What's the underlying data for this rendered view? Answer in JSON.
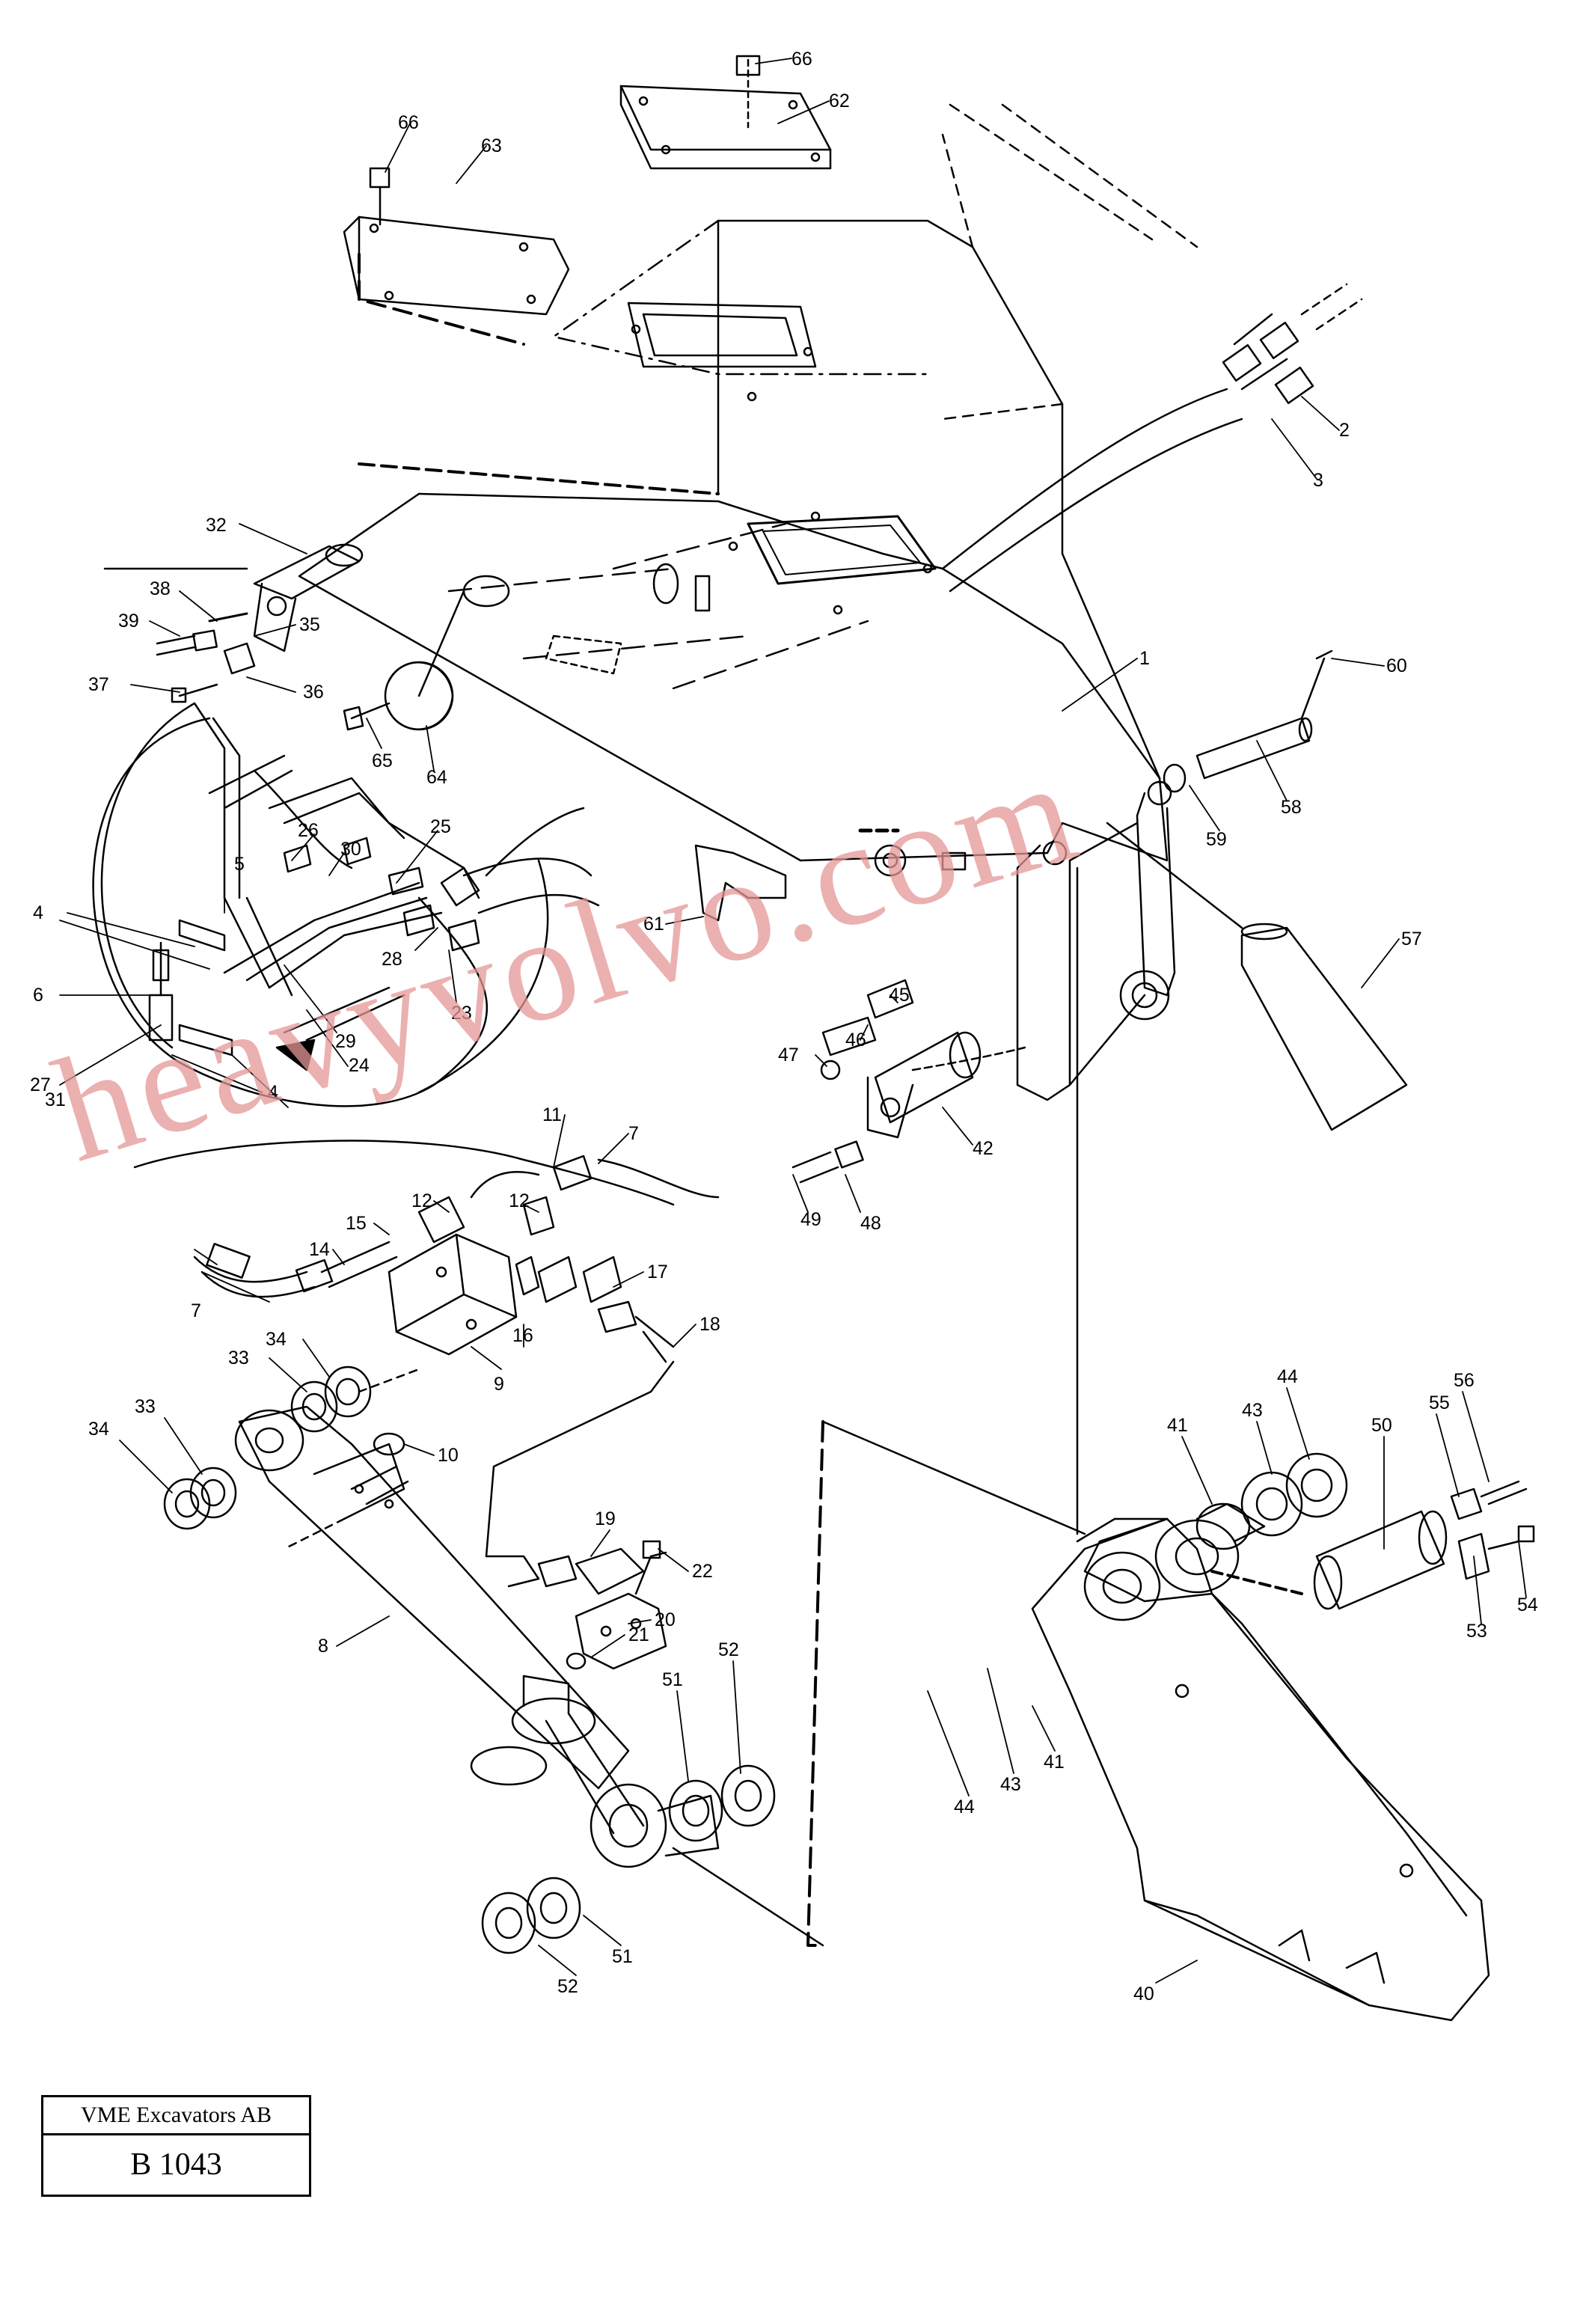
{
  "watermark": "heavyvolvo.com",
  "title_block": {
    "company": "VME Excavators AB",
    "drawing_no": "B 1043"
  },
  "callouts": [
    {
      "id": "c66a",
      "text": "66"
    },
    {
      "id": "c62",
      "text": "62"
    },
    {
      "id": "c66b",
      "text": "66"
    },
    {
      "id": "c63",
      "text": "63"
    },
    {
      "id": "c2",
      "text": "2"
    },
    {
      "id": "c3",
      "text": "3"
    },
    {
      "id": "c32",
      "text": "32"
    },
    {
      "id": "c38",
      "text": "38"
    },
    {
      "id": "c39",
      "text": "39"
    },
    {
      "id": "c35",
      "text": "35"
    },
    {
      "id": "c37",
      "text": "37"
    },
    {
      "id": "c36",
      "text": "36"
    },
    {
      "id": "c65",
      "text": "65"
    },
    {
      "id": "c64",
      "text": "64"
    },
    {
      "id": "c1",
      "text": "1"
    },
    {
      "id": "c60",
      "text": "60"
    },
    {
      "id": "c58",
      "text": "58"
    },
    {
      "id": "c59",
      "text": "59"
    },
    {
      "id": "c26",
      "text": "26"
    },
    {
      "id": "c25",
      "text": "25"
    },
    {
      "id": "c5a",
      "text": "5"
    },
    {
      "id": "c30",
      "text": "30"
    },
    {
      "id": "c4a",
      "text": "4"
    },
    {
      "id": "c6",
      "text": "6"
    },
    {
      "id": "c28",
      "text": "28"
    },
    {
      "id": "c23",
      "text": "23"
    },
    {
      "id": "c61",
      "text": "61"
    },
    {
      "id": "c57",
      "text": "57"
    },
    {
      "id": "c29",
      "text": "29"
    },
    {
      "id": "c27",
      "text": "27"
    },
    {
      "id": "c24",
      "text": "24"
    },
    {
      "id": "c31",
      "text": "31"
    },
    {
      "id": "c4b",
      "text": "4"
    },
    {
      "id": "c46",
      "text": "46"
    },
    {
      "id": "c45",
      "text": "45"
    },
    {
      "id": "c47",
      "text": "47"
    },
    {
      "id": "c42",
      "text": "42"
    },
    {
      "id": "c11",
      "text": "11"
    },
    {
      "id": "c7a",
      "text": "7"
    },
    {
      "id": "c12a",
      "text": "12"
    },
    {
      "id": "c12b",
      "text": "12"
    },
    {
      "id": "c15",
      "text": "15"
    },
    {
      "id": "c14",
      "text": "14"
    },
    {
      "id": "c49",
      "text": "49"
    },
    {
      "id": "c48",
      "text": "48"
    },
    {
      "id": "c17",
      "text": "17"
    },
    {
      "id": "c7b",
      "text": "7"
    },
    {
      "id": "c18",
      "text": "18"
    },
    {
      "id": "c34a",
      "text": "34"
    },
    {
      "id": "c16",
      "text": "16"
    },
    {
      "id": "c33a",
      "text": "33"
    },
    {
      "id": "c9",
      "text": "9"
    },
    {
      "id": "c44a",
      "text": "44"
    },
    {
      "id": "c56",
      "text": "56"
    },
    {
      "id": "c33b",
      "text": "33"
    },
    {
      "id": "c43a",
      "text": "43"
    },
    {
      "id": "c55",
      "text": "55"
    },
    {
      "id": "c41a",
      "text": "41"
    },
    {
      "id": "c50",
      "text": "50"
    },
    {
      "id": "c34b",
      "text": "34"
    },
    {
      "id": "c10",
      "text": "10"
    },
    {
      "id": "c19",
      "text": "19"
    },
    {
      "id": "c22",
      "text": "22"
    },
    {
      "id": "c54",
      "text": "54"
    },
    {
      "id": "c53",
      "text": "53"
    },
    {
      "id": "c20",
      "text": "20"
    },
    {
      "id": "c8",
      "text": "8"
    },
    {
      "id": "c21",
      "text": "21"
    },
    {
      "id": "c52a",
      "text": "52"
    },
    {
      "id": "c51a",
      "text": "51"
    },
    {
      "id": "c41b",
      "text": "41"
    },
    {
      "id": "c43b",
      "text": "43"
    },
    {
      "id": "c44b",
      "text": "44"
    },
    {
      "id": "c51b",
      "text": "51"
    },
    {
      "id": "c52b",
      "text": "52"
    },
    {
      "id": "c40",
      "text": "40"
    }
  ]
}
